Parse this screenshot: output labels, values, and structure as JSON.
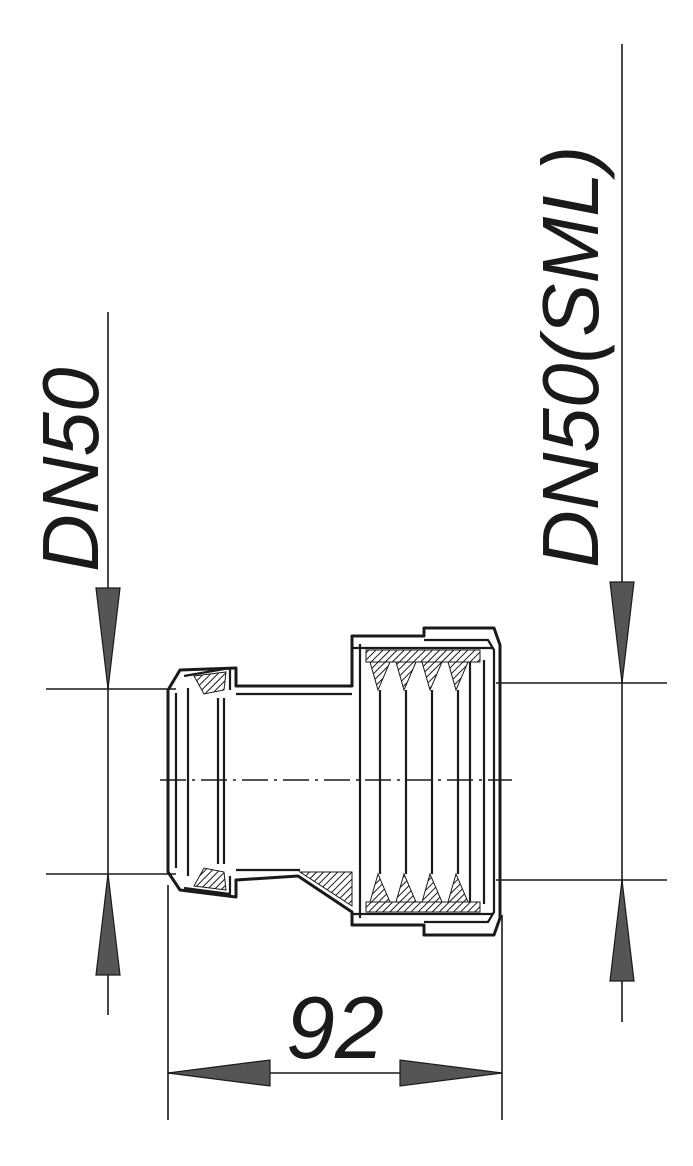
{
  "labels": {
    "left_dimension": "DN50",
    "right_dimension": "DN50(SML)",
    "length_dimension": "92"
  }
}
